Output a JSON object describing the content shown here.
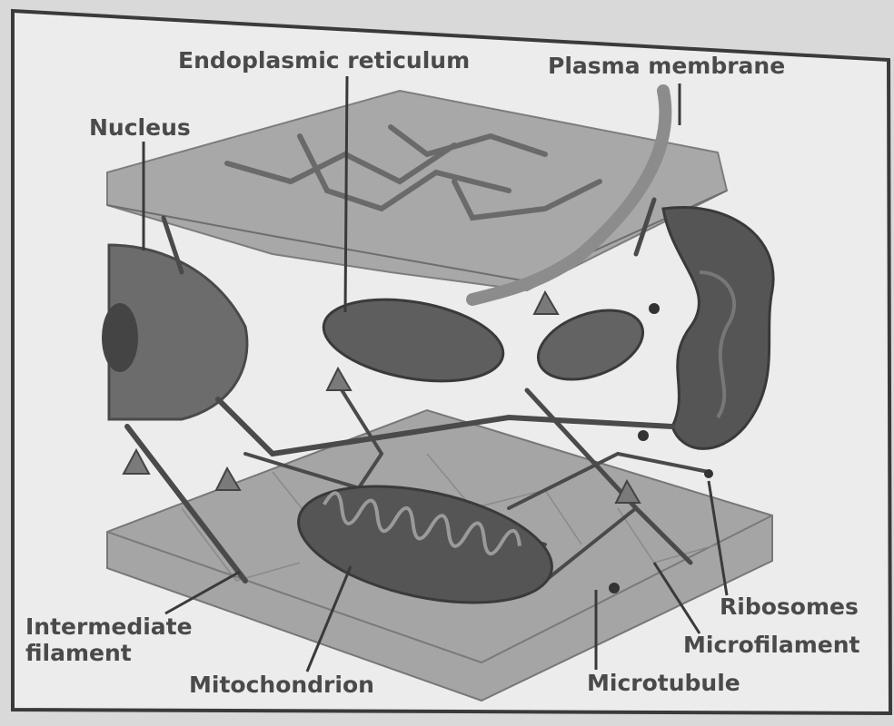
{
  "labels": {
    "endoplasmic_reticulum": "Endoplasmic reticulum",
    "plasma_membrane": "Plasma membrane",
    "nucleus": "Nucleus",
    "intermediate_filament": "Intermediate filament",
    "mitochondrion": "Mitochondrion",
    "microtubule": "Microtubule",
    "microfilament": "Microfilament",
    "ribosomes": "Ribosomes"
  },
  "colors": {
    "background": "#d9d9d9",
    "panel": "#ececec",
    "border": "#3a3a3a",
    "membrane": "#9a9a9a",
    "organelle": "#5c5c5c",
    "filament": "#4a4a4a",
    "label": "#4a4a4a"
  }
}
